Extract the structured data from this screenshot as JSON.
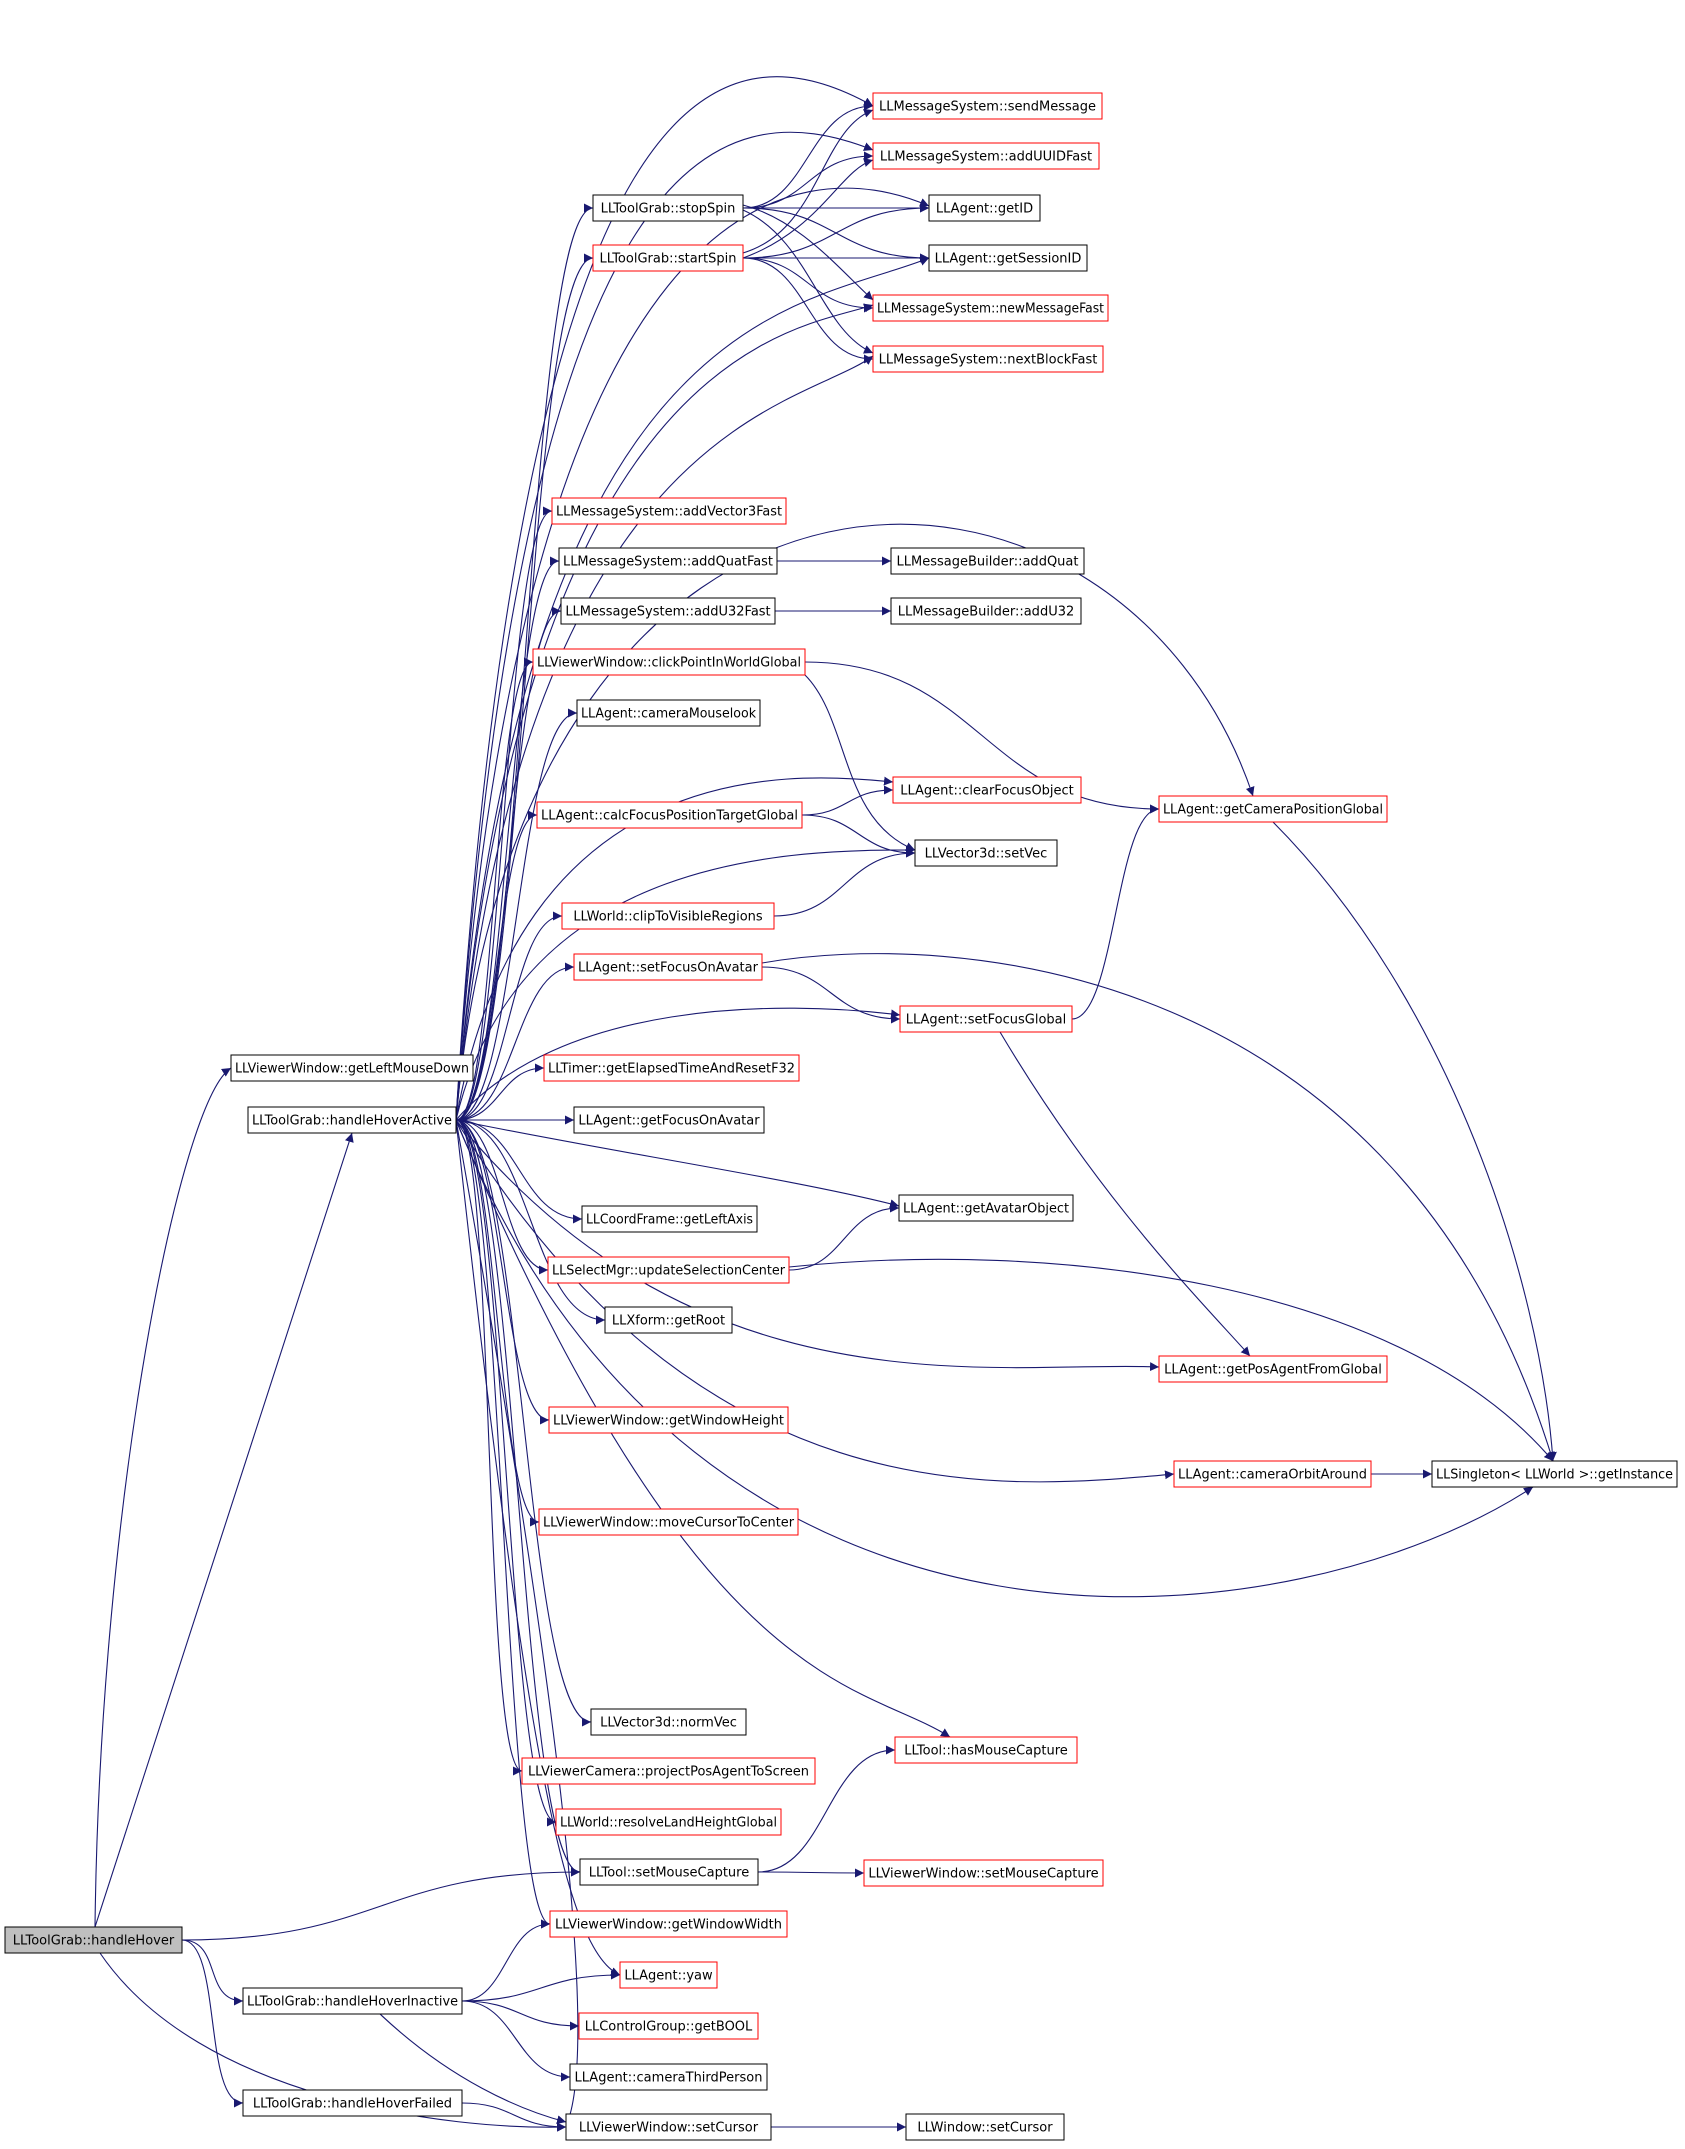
{
  "colors": {
    "edge": "#191970",
    "link_border": "#ff0000",
    "plain_border": "#000000",
    "root_fill": "#bfbfbf",
    "text": "#000000"
  },
  "nodes": [
    {
      "id": "n0",
      "label": "LLMessageSystem::sendMessage",
      "style": "link"
    },
    {
      "id": "n1",
      "label": "LLMessageSystem::addUUIDFast",
      "style": "link"
    },
    {
      "id": "n2",
      "label": "LLToolGrab::stopSpin",
      "style": "plain"
    },
    {
      "id": "n3",
      "label": "LLAgent::getID",
      "style": "plain"
    },
    {
      "id": "n4",
      "label": "LLToolGrab::startSpin",
      "style": "link"
    },
    {
      "id": "n5",
      "label": "LLAgent::getSessionID",
      "style": "plain"
    },
    {
      "id": "n6",
      "label": "LLMessageSystem::newMessageFast",
      "style": "link"
    },
    {
      "id": "n7",
      "label": "LLMessageSystem::nextBlockFast",
      "style": "link"
    },
    {
      "id": "n8",
      "label": "LLMessageSystem::addVector3Fast",
      "style": "link"
    },
    {
      "id": "n9",
      "label": "LLMessageSystem::addQuatFast",
      "style": "plain"
    },
    {
      "id": "n10",
      "label": "LLMessageBuilder::addQuat",
      "style": "plain"
    },
    {
      "id": "n11",
      "label": "LLMessageSystem::addU32Fast",
      "style": "plain"
    },
    {
      "id": "n12",
      "label": "LLMessageBuilder::addU32",
      "style": "plain"
    },
    {
      "id": "n13",
      "label": "LLViewerWindow::clickPointInWorldGlobal",
      "style": "link"
    },
    {
      "id": "n14",
      "label": "LLAgent::cameraMouselook",
      "style": "plain"
    },
    {
      "id": "n15",
      "label": "LLAgent::clearFocusObject",
      "style": "link"
    },
    {
      "id": "n16",
      "label": "LLAgent::calcFocusPositionTargetGlobal",
      "style": "link"
    },
    {
      "id": "n17",
      "label": "LLAgent::getCameraPositionGlobal",
      "style": "link"
    },
    {
      "id": "n18",
      "label": "LLVector3d::setVec",
      "style": "plain"
    },
    {
      "id": "n19",
      "label": "LLWorld::clipToVisibleRegions",
      "style": "link"
    },
    {
      "id": "n20",
      "label": "LLAgent::setFocusOnAvatar",
      "style": "link"
    },
    {
      "id": "n21",
      "label": "LLAgent::setFocusGlobal",
      "style": "link"
    },
    {
      "id": "n22",
      "label": "LLViewerWindow::getLeftMouseDown",
      "style": "plain"
    },
    {
      "id": "n23",
      "label": "LLTimer::getElapsedTimeAndResetF32",
      "style": "link"
    },
    {
      "id": "n24",
      "label": "LLToolGrab::handleHoverActive",
      "style": "plain"
    },
    {
      "id": "n25",
      "label": "LLAgent::getFocusOnAvatar",
      "style": "plain"
    },
    {
      "id": "n26",
      "label": "LLCoordFrame::getLeftAxis",
      "style": "plain"
    },
    {
      "id": "n27",
      "label": "LLAgent::getAvatarObject",
      "style": "plain"
    },
    {
      "id": "n28",
      "label": "LLSelectMgr::updateSelectionCenter",
      "style": "link"
    },
    {
      "id": "n29",
      "label": "LLXform::getRoot",
      "style": "plain"
    },
    {
      "id": "n30",
      "label": "LLAgent::getPosAgentFromGlobal",
      "style": "link"
    },
    {
      "id": "n31",
      "label": "LLViewerWindow::getWindowHeight",
      "style": "link"
    },
    {
      "id": "n32",
      "label": "LLAgent::cameraOrbitAround",
      "style": "link"
    },
    {
      "id": "n33",
      "label": "LLSingleton< LLWorld >::getInstance",
      "style": "plain"
    },
    {
      "id": "n34",
      "label": "LLViewerWindow::moveCursorToCenter",
      "style": "link"
    },
    {
      "id": "n35",
      "label": "LLVector3d::normVec",
      "style": "plain"
    },
    {
      "id": "n36",
      "label": "LLTool::hasMouseCapture",
      "style": "link"
    },
    {
      "id": "n37",
      "label": "LLViewerCamera::projectPosAgentToScreen",
      "style": "link"
    },
    {
      "id": "n38",
      "label": "LLWorld::resolveLandHeightGlobal",
      "style": "link"
    },
    {
      "id": "n39",
      "label": "LLTool::setMouseCapture",
      "style": "plain"
    },
    {
      "id": "n40",
      "label": "LLViewerWindow::setMouseCapture",
      "style": "link"
    },
    {
      "id": "n41",
      "label": "LLToolGrab::handleHover",
      "style": "root"
    },
    {
      "id": "n42",
      "label": "LLViewerWindow::getWindowWidth",
      "style": "link"
    },
    {
      "id": "n43",
      "label": "LLAgent::yaw",
      "style": "link"
    },
    {
      "id": "n44",
      "label": "LLToolGrab::handleHoverInactive",
      "style": "plain"
    },
    {
      "id": "n45",
      "label": "LLControlGroup::getBOOL",
      "style": "link"
    },
    {
      "id": "n46",
      "label": "LLAgent::cameraThirdPerson",
      "style": "plain"
    },
    {
      "id": "n47",
      "label": "LLToolGrab::handleHoverFailed",
      "style": "plain"
    },
    {
      "id": "n48",
      "label": "LLViewerWindow::setCursor",
      "style": "plain"
    },
    {
      "id": "n49",
      "label": "LLWindow::setCursor",
      "style": "plain"
    }
  ],
  "edges": [
    [
      "n41",
      "n22"
    ],
    [
      "n41",
      "n24"
    ],
    [
      "n41",
      "n39"
    ],
    [
      "n41",
      "n44"
    ],
    [
      "n41",
      "n47"
    ],
    [
      "n41",
      "n48"
    ],
    [
      "n24",
      "n0"
    ],
    [
      "n24",
      "n1"
    ],
    [
      "n24",
      "n2"
    ],
    [
      "n24",
      "n3"
    ],
    [
      "n24",
      "n4"
    ],
    [
      "n24",
      "n5"
    ],
    [
      "n24",
      "n6"
    ],
    [
      "n24",
      "n7"
    ],
    [
      "n24",
      "n8"
    ],
    [
      "n24",
      "n9"
    ],
    [
      "n24",
      "n11"
    ],
    [
      "n24",
      "n13"
    ],
    [
      "n24",
      "n14"
    ],
    [
      "n24",
      "n15"
    ],
    [
      "n24",
      "n16"
    ],
    [
      "n24",
      "n17"
    ],
    [
      "n24",
      "n18"
    ],
    [
      "n24",
      "n19"
    ],
    [
      "n24",
      "n20"
    ],
    [
      "n24",
      "n21"
    ],
    [
      "n24",
      "n23"
    ],
    [
      "n24",
      "n25"
    ],
    [
      "n24",
      "n26"
    ],
    [
      "n24",
      "n27"
    ],
    [
      "n24",
      "n28"
    ],
    [
      "n24",
      "n29"
    ],
    [
      "n24",
      "n30"
    ],
    [
      "n24",
      "n31"
    ],
    [
      "n24",
      "n32"
    ],
    [
      "n24",
      "n33"
    ],
    [
      "n24",
      "n34"
    ],
    [
      "n24",
      "n35"
    ],
    [
      "n24",
      "n36"
    ],
    [
      "n24",
      "n37"
    ],
    [
      "n24",
      "n38"
    ],
    [
      "n24",
      "n39"
    ],
    [
      "n24",
      "n42"
    ],
    [
      "n24",
      "n43"
    ],
    [
      "n24",
      "n48"
    ],
    [
      "n2",
      "n0"
    ],
    [
      "n2",
      "n1"
    ],
    [
      "n2",
      "n3"
    ],
    [
      "n2",
      "n5"
    ],
    [
      "n2",
      "n6"
    ],
    [
      "n2",
      "n7"
    ],
    [
      "n4",
      "n0"
    ],
    [
      "n4",
      "n1"
    ],
    [
      "n4",
      "n3"
    ],
    [
      "n4",
      "n5"
    ],
    [
      "n4",
      "n6"
    ],
    [
      "n4",
      "n7"
    ],
    [
      "n9",
      "n10"
    ],
    [
      "n11",
      "n12"
    ],
    [
      "n13",
      "n17"
    ],
    [
      "n13",
      "n18"
    ],
    [
      "n16",
      "n15"
    ],
    [
      "n16",
      "n18"
    ],
    [
      "n19",
      "n18"
    ],
    [
      "n20",
      "n21"
    ],
    [
      "n20",
      "n33"
    ],
    [
      "n21",
      "n17"
    ],
    [
      "n21",
      "n30"
    ],
    [
      "n17",
      "n33"
    ],
    [
      "n28",
      "n27"
    ],
    [
      "n28",
      "n33"
    ],
    [
      "n32",
      "n33"
    ],
    [
      "n39",
      "n36"
    ],
    [
      "n39",
      "n40"
    ],
    [
      "n44",
      "n42"
    ],
    [
      "n44",
      "n43"
    ],
    [
      "n44",
      "n45"
    ],
    [
      "n44",
      "n46"
    ],
    [
      "n44",
      "n48"
    ],
    [
      "n47",
      "n48"
    ],
    [
      "n48",
      "n49"
    ]
  ]
}
